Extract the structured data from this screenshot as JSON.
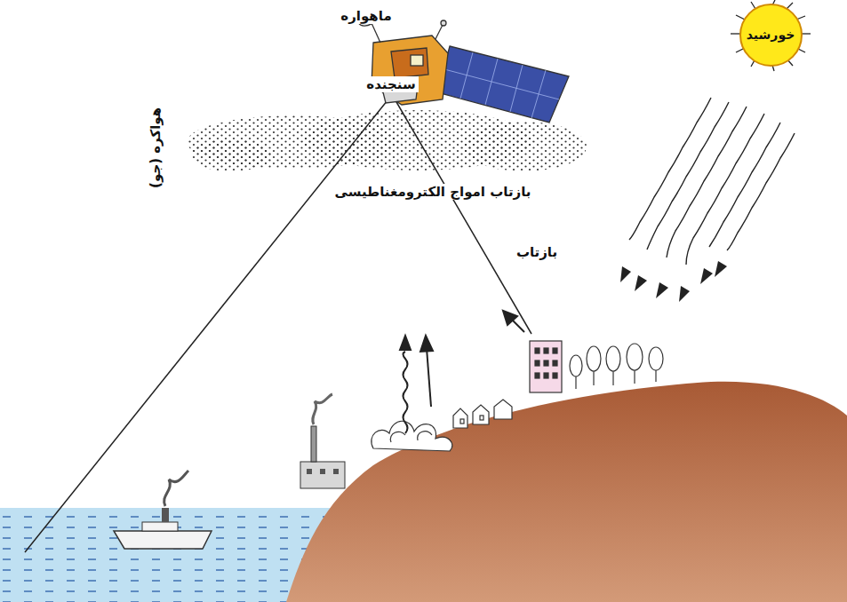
{
  "diagram": {
    "nodes": [
      {
        "text": [
          "خورشید"
        ]
      }
    ],
    "labels": [
      "ماهواره",
      "سنجنده",
      "هواکره (جو)",
      "بازتاب امواج الکترومغناطیسی",
      "بازتاب"
    ]
  }
}
